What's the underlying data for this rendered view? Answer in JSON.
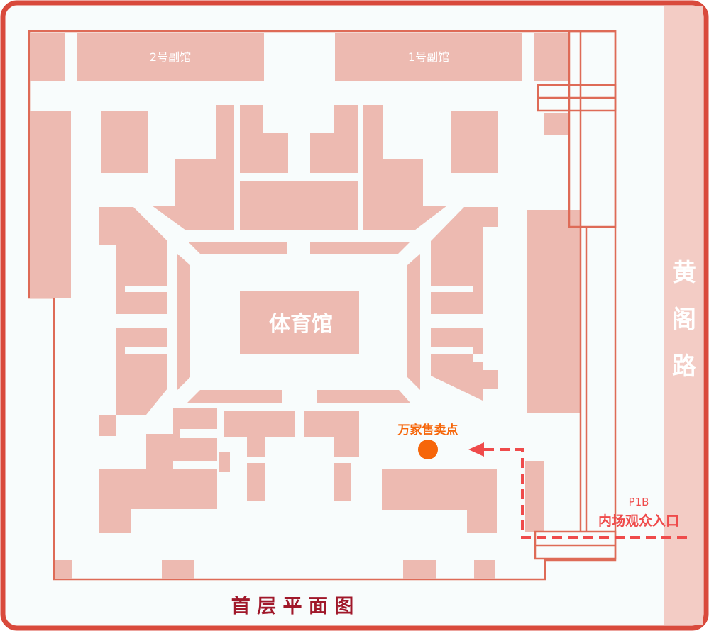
{
  "colors": {
    "frame": "#d94a3c",
    "outline": "#de6b57",
    "building": "#edbab1",
    "ground": "#f8fcfc",
    "road": "#f3ccc5",
    "route": "#ef4b4b",
    "kiosk": "#f6660a",
    "title": "#a0182a"
  },
  "annex": {
    "left": "2号副馆",
    "right": "1号副馆"
  },
  "arena": {
    "label": "体育馆"
  },
  "road": {
    "name_chars": [
      "黄",
      "阁",
      "路"
    ]
  },
  "sales_point": {
    "label": "万家售卖点",
    "icon": "location-dot-icon"
  },
  "entrance": {
    "code": "P1B",
    "label": "内场观众入口"
  },
  "floor_title": "首 层 平 面 图"
}
